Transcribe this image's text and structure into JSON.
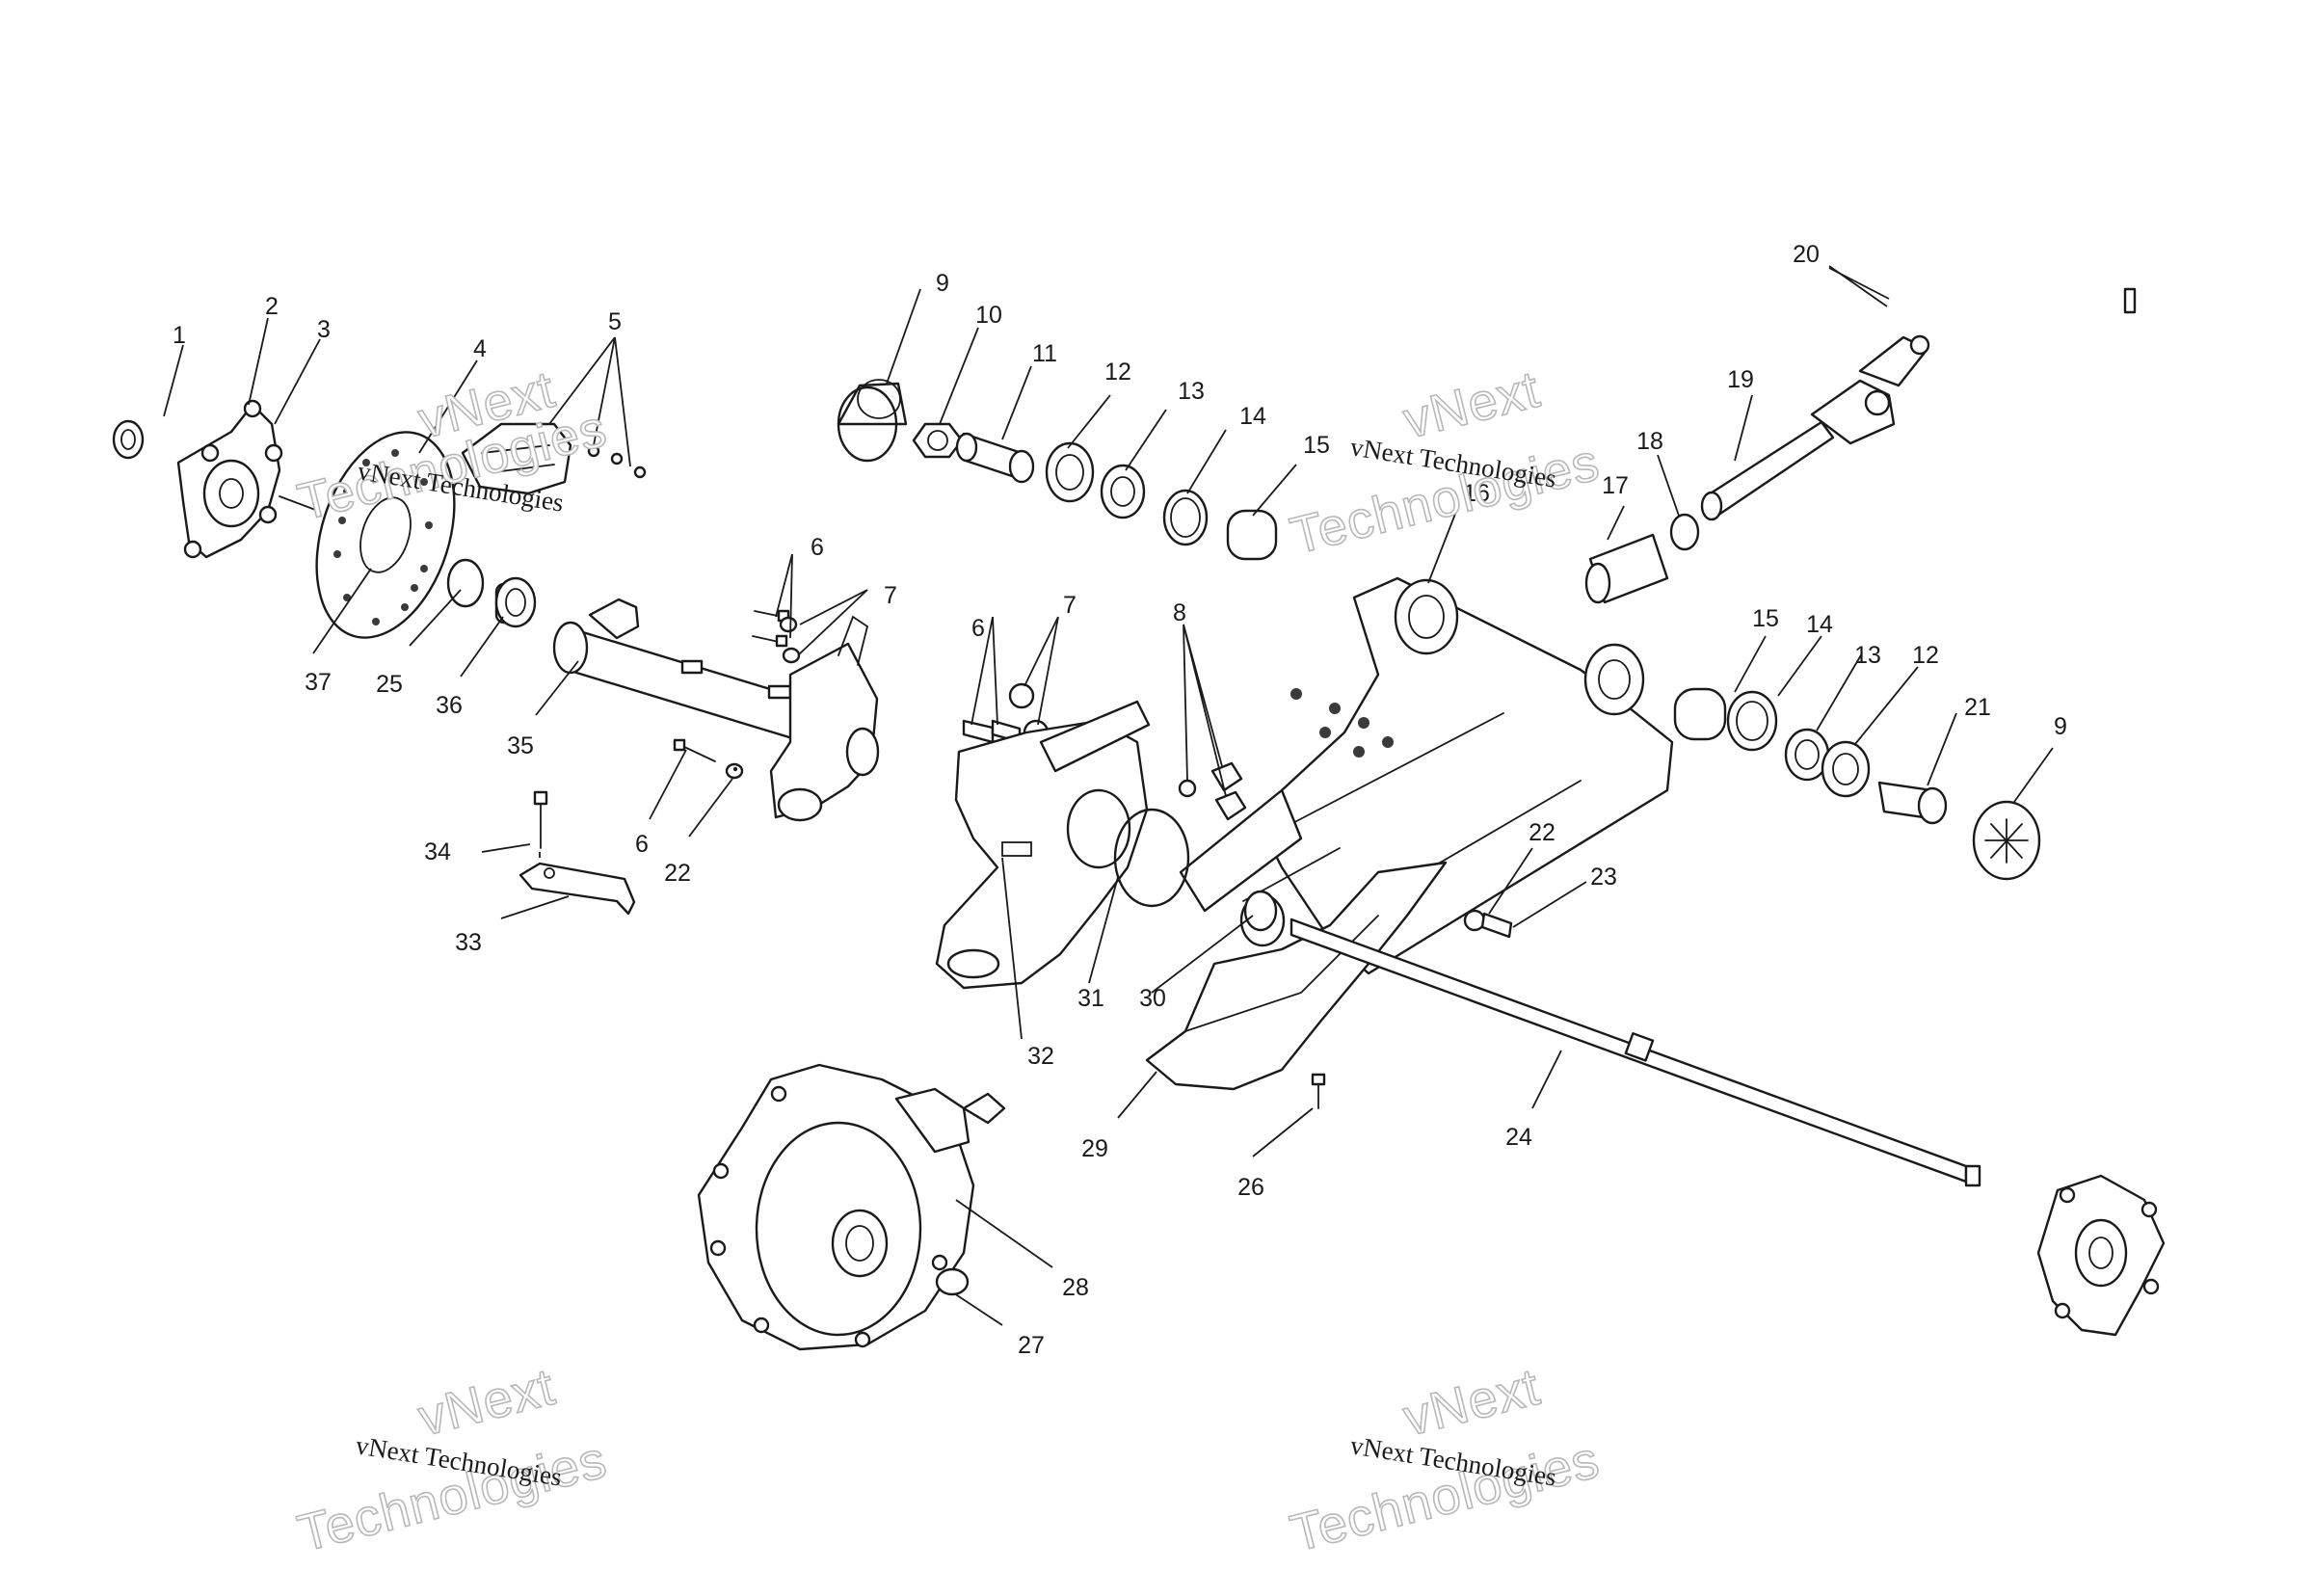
{
  "diagram": {
    "callouts": [
      "1",
      "2",
      "3",
      "4",
      "5",
      "6",
      "7",
      "8",
      "9",
      "10",
      "11",
      "12",
      "13",
      "14",
      "15",
      "16",
      "17",
      "18",
      "19",
      "20",
      "21",
      "22",
      "23",
      "24",
      "25",
      "26",
      "27",
      "28",
      "29",
      "30",
      "31",
      "32",
      "33",
      "34",
      "35",
      "36",
      "37"
    ],
    "watermark": {
      "line_small": "vNext Technologies",
      "line_big_1": "vNext",
      "line_big_2": "Technologies"
    }
  }
}
